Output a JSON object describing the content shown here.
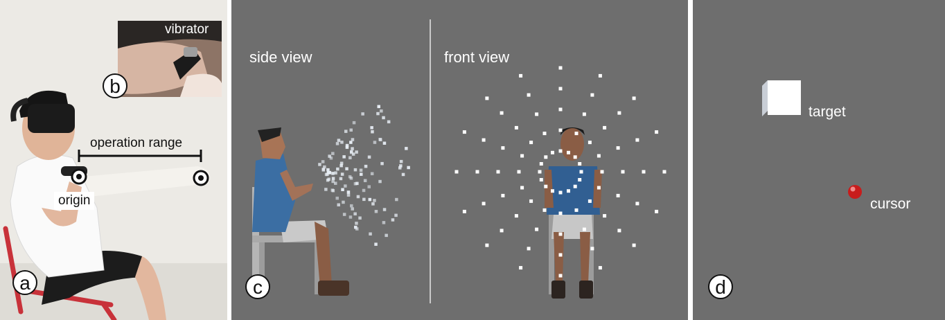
{
  "panel_a": {
    "badge": "a",
    "operation_range_label": "operation range",
    "origin_label": "origin",
    "inset": {
      "badge": "b",
      "vibrator_label": "vibrator"
    }
  },
  "panel_c": {
    "badge": "c",
    "side_view_label": "side view",
    "front_view_label": "front view"
  },
  "panel_d": {
    "badge": "d",
    "target_label": "target",
    "cursor_label": "cursor"
  },
  "colors": {
    "panel_bg": "#6e6e6e",
    "target_points": "#ffffff",
    "cursor": "#cc1f1f",
    "shirt": "#3c6ea8"
  }
}
